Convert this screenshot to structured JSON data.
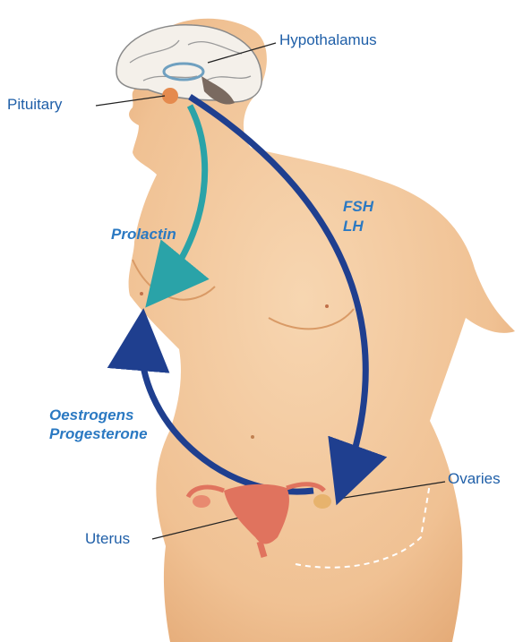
{
  "labels": {
    "hypothalamus": "Hypothalamus",
    "pituitary": "Pituitary",
    "fsh": "FSH",
    "lh": "LH",
    "prolactin": "Prolactin",
    "oestrogens": "Oestrogens",
    "progesterone": "Progesterone",
    "ovaries": "Ovaries",
    "uterus": "Uterus"
  },
  "colors": {
    "label_text": "#1f5fa8",
    "hormone_text": "#2b79c2",
    "skin": "#f2c79c",
    "skin_shade": "#e3a874",
    "dark_arrow": "#1f3f8f",
    "teal_arrow": "#2aa3a8",
    "uterus": "#e0735e"
  }
}
